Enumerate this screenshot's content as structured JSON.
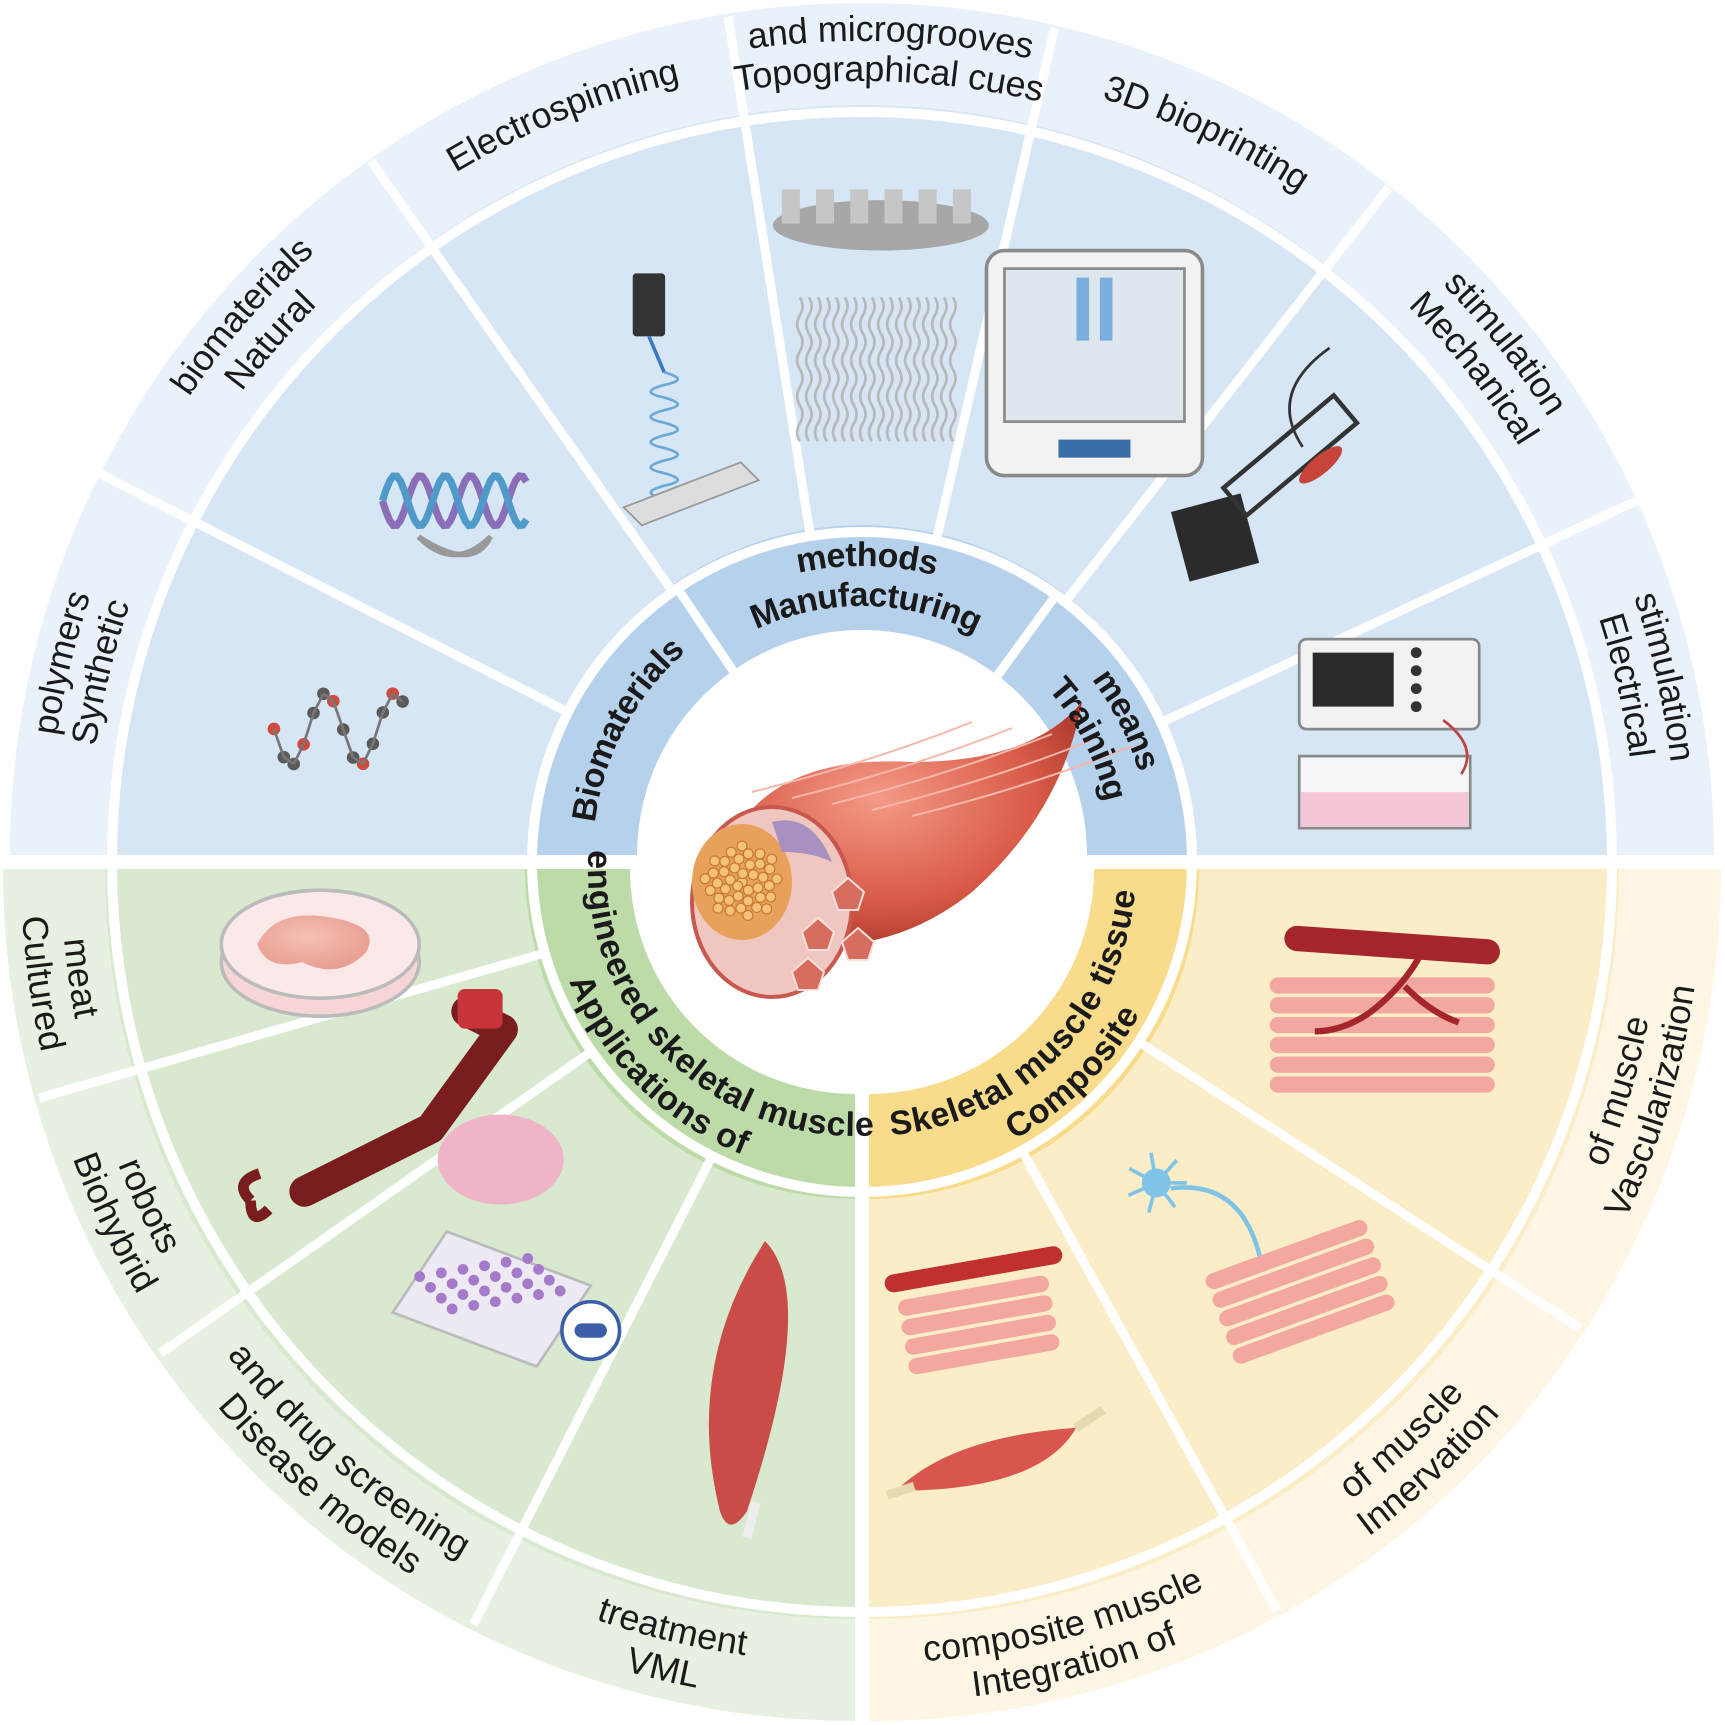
{
  "colors": {
    "blue_outer": "#e9f1fa",
    "blue_inner": "#d6e6f5",
    "blue_ring": "#b6d1eb",
    "green_outer": "#e7f0e1",
    "green_inner": "#d8e9cf",
    "green_ring": "#bddba9",
    "yellow_outer": "#fdf6e4",
    "yellow_inner": "#fbedc7",
    "yellow_ring": "#f8dc8b",
    "divider": "#ffffff"
  },
  "center": {
    "icon": "muscle-cross-section-icon"
  },
  "categories": [
    {
      "id": "biomaterials",
      "lines": [
        "Biomaterials"
      ],
      "color": "blue"
    },
    {
      "id": "manufacturing",
      "lines": [
        "Manufacturing",
        "methods"
      ],
      "color": "blue"
    },
    {
      "id": "training",
      "lines": [
        "Training",
        "means"
      ],
      "color": "blue"
    },
    {
      "id": "composite",
      "lines": [
        "Composite",
        "Skeletal muscle tissue"
      ],
      "color": "yellow"
    },
    {
      "id": "applications",
      "lines": [
        "Applications of",
        "engineered skeletal muscle"
      ],
      "color": "green"
    }
  ],
  "segments": [
    {
      "id": "synthetic-polymers",
      "lines": [
        "Synthetic",
        "polymers"
      ],
      "icon": "polymer-molecule-icon",
      "color": "blue"
    },
    {
      "id": "natural-biomaterials",
      "lines": [
        "Natural",
        "biomaterials"
      ],
      "icon": "protein-helix-icon",
      "color": "blue"
    },
    {
      "id": "electrospinning",
      "lines": [
        "Electrospinning"
      ],
      "icon": "syringe-fiber-icon",
      "color": "blue"
    },
    {
      "id": "topographical-cues",
      "lines": [
        "Topographical cues",
        "and microgrooves"
      ],
      "icon": "microgroove-icon",
      "color": "blue"
    },
    {
      "id": "bioprinting",
      "lines": [
        "3D bioprinting"
      ],
      "icon": "bioprinter-icon",
      "color": "blue"
    },
    {
      "id": "mechanical-stimulation",
      "lines": [
        "Mechanical",
        "stimulation"
      ],
      "icon": "stretch-device-icon",
      "color": "blue"
    },
    {
      "id": "electrical-stimulation",
      "lines": [
        "Electrical",
        "stimulation"
      ],
      "icon": "stimulator-icon",
      "color": "blue"
    },
    {
      "id": "vascularization",
      "lines": [
        "Vascularization",
        "of muscle"
      ],
      "icon": "blood-vessel-icon",
      "color": "yellow"
    },
    {
      "id": "innervation",
      "lines": [
        "Innervation",
        "of muscle"
      ],
      "icon": "neuron-icon",
      "color": "yellow"
    },
    {
      "id": "integration",
      "lines": [
        "Integration of",
        "composite muscle"
      ],
      "icon": "tendon-muscle-icon",
      "color": "yellow"
    },
    {
      "id": "vml-treatment",
      "lines": [
        "VML",
        "treatment"
      ],
      "icon": "whole-muscle-icon",
      "color": "green"
    },
    {
      "id": "disease-models",
      "lines": [
        "Disease models",
        "and drug screening"
      ],
      "icon": "well-plate-icon",
      "color": "green"
    },
    {
      "id": "biohybrid-robots",
      "lines": [
        "Biohybrid",
        "robots"
      ],
      "icon": "robotic-arm-icon",
      "color": "green"
    },
    {
      "id": "cultured-meat",
      "lines": [
        "Cultured",
        "meat"
      ],
      "icon": "petri-dish-meat-icon",
      "color": "green"
    }
  ]
}
